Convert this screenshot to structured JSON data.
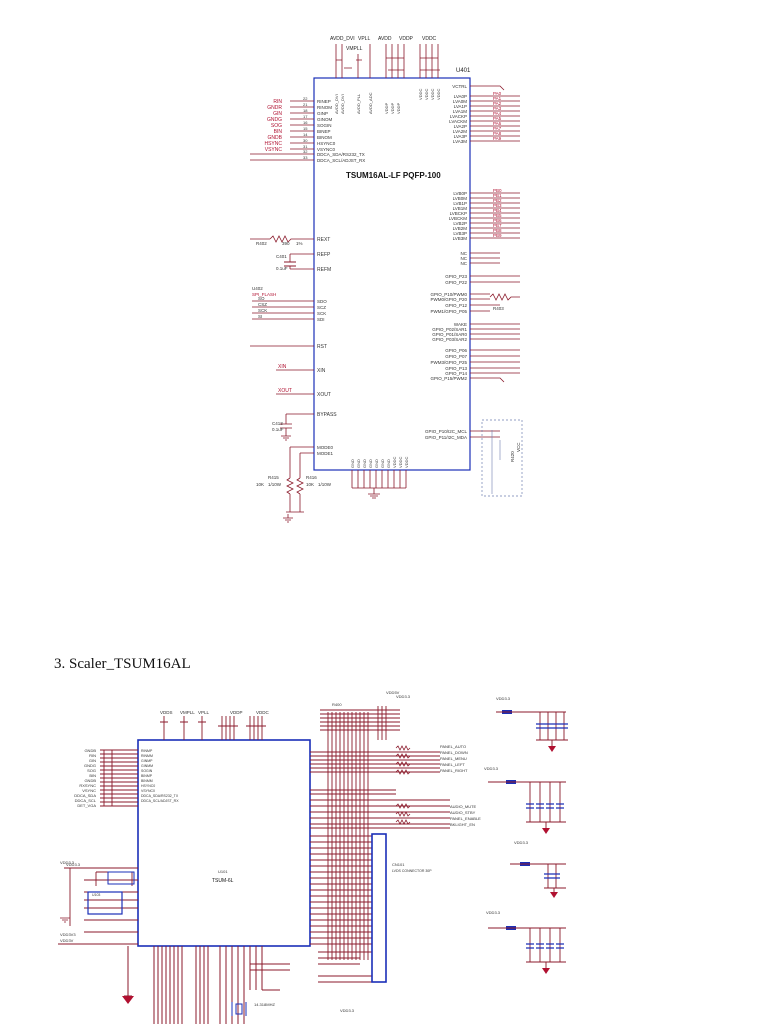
{
  "top_schematic": {
    "chip_label": "TSUM16AL-LF PQFP-100",
    "ref": "U401",
    "power_labels": [
      "AVDD_DVI",
      "VPLL",
      "VMPLL",
      "AVDD",
      "VDDP",
      "VDDC"
    ],
    "left_inputs": [
      "RIN",
      "GNDR",
      "GIN",
      "GNDG",
      "SOG",
      "BIN",
      "GNDB",
      "HSYNC",
      "VSYNC"
    ],
    "left_pins": [
      "RINEP",
      "RINOM",
      "GINP",
      "GINOM",
      "SOGIN",
      "BINEP",
      "BINOM",
      "HSYNC0",
      "VSYNC0",
      "DDCA_SDA/RS232_TX",
      "DDCA_SCL/ADJST_RX"
    ],
    "left_pin_numbers": [
      "22",
      "21",
      "18",
      "17",
      "16",
      "15",
      "14",
      "30",
      "31",
      "32",
      "33"
    ],
    "rext_pin": "REXT",
    "rext_res": "R402",
    "rext_value": "390",
    "rext_tol": "1%",
    "refp_pin": "REFP",
    "refm_pin": "REFM",
    "cap1_ref": "C401",
    "cap1_value": "0.1uF",
    "spi_part": "SPI_FLASH",
    "spi_chip_ref": "U402",
    "spi_pins": [
      "SDO",
      "SCZ",
      "SCK",
      "SDI"
    ],
    "spi_side_pins": [
      "SO",
      "CSZ",
      "SCK",
      "SI"
    ],
    "rst_pin": "RST",
    "xin_label": "XIN",
    "xin_pin": "XIN",
    "xout_label": "XOUT",
    "xout_pin": "XOUT",
    "bypass_pin": "BYPASS",
    "cap2_ref": "C413",
    "cap2_value": "0.1uF",
    "mode_pins": [
      "MODE0",
      "MODE1"
    ],
    "res_left_ref": "R415",
    "res_left_value": "10K",
    "res_left_tol": "1/10W",
    "res_right_ref": "R416",
    "res_right_value": "10K",
    "res_right_tol": "1/10W",
    "right_top": [
      "VCTRL",
      "LVA0P",
      "LVA0M",
      "LVA1P",
      "LVA1M",
      "LVACKP",
      "LVACKM",
      "LVA2P",
      "LVA2M",
      "LVA3P",
      "LVA3M"
    ],
    "right_top_nets": [
      "PA0",
      "PA1",
      "PA2",
      "PA3",
      "PA4",
      "PA5",
      "PA6",
      "PA7",
      "PA8",
      "PA9"
    ],
    "right_mid": [
      "LVB0P",
      "LVB0M",
      "LVB1P",
      "LVB1M",
      "LVBCKP",
      "LVBCKM",
      "LVB2P",
      "LVB2M",
      "LVB3P",
      "LVB3M"
    ],
    "right_mid_nets": [
      "PB0",
      "PB1",
      "PB2",
      "PB3",
      "PB4",
      "PB5",
      "PB6",
      "PB7",
      "PB8",
      "PB9"
    ],
    "nc_pins": [
      "NC",
      "NC",
      "NC"
    ],
    "gpio_pins": [
      "GPIO_P23",
      "GPIO_P22",
      "GPIO_P10/PWM0",
      "PWM0/GPIO_P20",
      "GPIO_P12",
      "PWM1/GPIO_P05"
    ],
    "gpio_lower": [
      "WAKE",
      "GPIO_P02/SAR1",
      "GPIO_P01/SAR0",
      "GPIO_P03/SAR2",
      "GPIO_P06",
      "GPIO_P07",
      "PWM3/GPIO_P25",
      "GPIO_P13",
      "GPIO_P14",
      "GPIO_P15/PWM2"
    ],
    "gpio_bottom": [
      "GPIO_P10/I2C_MCL",
      "GPIO_P11/I2C_MDA"
    ],
    "gnd_pin": "GND",
    "vcc_pin": "VDDC",
    "r_side_label": "R403",
    "r_side_label2": "R420",
    "box_label": "VCC"
  },
  "section_heading": "3. Scaler_TSUM16AL",
  "bottom_schematic": {
    "chip_label": "TSUM-6L",
    "ref": "U101",
    "conn_label": "CN101",
    "conn_desc": "LVDS CONNECTOR 30P",
    "top_labels": [
      "VDD5V",
      "VDD3V3"
    ],
    "power_pills": [
      "VDD3.3",
      "VDD3.3",
      "VDD3.3",
      "VDD3.3",
      "VDD3.3"
    ]
  },
  "colors": {
    "wire": "#8b1a2b",
    "wire_light": "#c27a86",
    "body": "#1a2fb8",
    "text": "#222222",
    "net": "#b01030",
    "dashed": "#6f7fb0"
  }
}
